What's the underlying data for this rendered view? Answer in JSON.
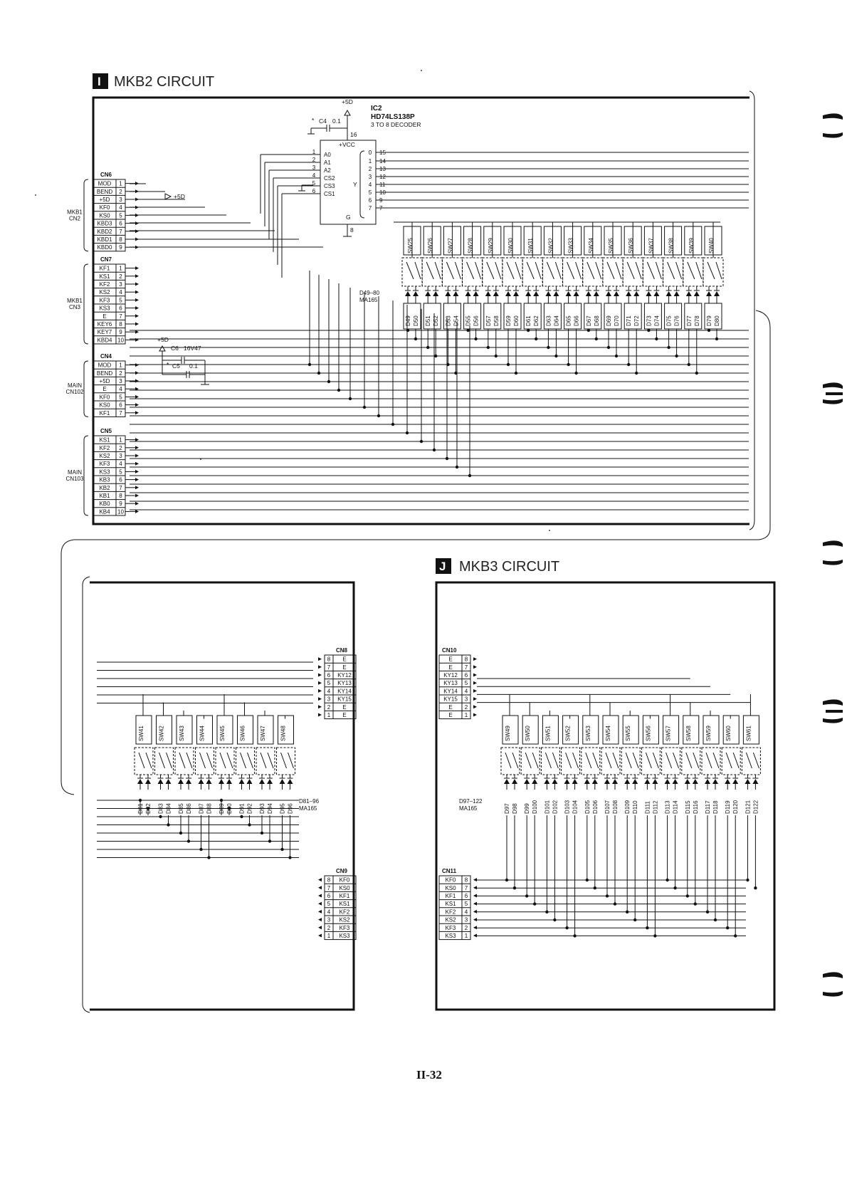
{
  "sections": {
    "mkb2": {
      "badge": "I",
      "title": "MKB2 CIRCUIT"
    },
    "mkb3": {
      "badge": "J",
      "title": "MKB3 CIRCUIT"
    }
  },
  "ic2": {
    "ref": "IC2",
    "part": "HD74LS138P",
    "desc": "3 TO 8 DECODER",
    "supply": "+5D",
    "vcc_label": "+VCC",
    "gnd_label": "G",
    "y_label": "Y",
    "vcc_pin": "16",
    "gnd_pin": "8",
    "inputs": [
      {
        "pin": "1",
        "name": "A0"
      },
      {
        "pin": "2",
        "name": "A1"
      },
      {
        "pin": "3",
        "name": "A2"
      },
      {
        "pin": "4",
        "name": "CS2"
      },
      {
        "pin": "5",
        "name": "CS3"
      },
      {
        "pin": "6",
        "name": "CS1"
      }
    ],
    "outputs": [
      {
        "pin": "15",
        "idx": "0"
      },
      {
        "pin": "14",
        "idx": "1"
      },
      {
        "pin": "13",
        "idx": "2"
      },
      {
        "pin": "12",
        "idx": "3"
      },
      {
        "pin": "11",
        "idx": "4"
      },
      {
        "pin": "10",
        "idx": "5"
      },
      {
        "pin": "9",
        "idx": "6"
      },
      {
        "pin": "7",
        "idx": "7"
      }
    ]
  },
  "caps": {
    "c4": {
      "mark": "*",
      "ref": "C4",
      "value": "0.1"
    },
    "c6": {
      "ref": "C6",
      "value": "16V47",
      "supply": "+5D"
    },
    "c5": {
      "mark": "*",
      "ref": "C5",
      "value": "0.1"
    }
  },
  "plus5d_arrow": "+5D",
  "connectors_mkb2": [
    {
      "ref": "CN6",
      "side": "MKB1",
      "side2": "CN2",
      "pins": [
        [
          "MOD",
          "1"
        ],
        [
          "BEND",
          "2"
        ],
        [
          "+5D",
          "3"
        ],
        [
          "KF0",
          "4"
        ],
        [
          "KS0",
          "5"
        ],
        [
          "KBD3",
          "6"
        ],
        [
          "KBD2",
          "7"
        ],
        [
          "KBD1",
          "8"
        ],
        [
          "KBD0",
          "9"
        ]
      ]
    },
    {
      "ref": "CN7",
      "side": "MKB1",
      "side2": "CN3",
      "pins": [
        [
          "KF1",
          "1"
        ],
        [
          "KS1",
          "2"
        ],
        [
          "KF2",
          "3"
        ],
        [
          "KS2",
          "4"
        ],
        [
          "KF3",
          "5"
        ],
        [
          "KS3",
          "6"
        ],
        [
          "E",
          "7"
        ],
        [
          "KEY6",
          "8"
        ],
        [
          "KEY7",
          "9"
        ],
        [
          "KBD4",
          "10"
        ]
      ]
    },
    {
      "ref": "CN4",
      "side": "MAIN",
      "side2": "CN102",
      "pins": [
        [
          "MOD",
          "1"
        ],
        [
          "BEND",
          "2"
        ],
        [
          "+5D",
          "3"
        ],
        [
          "E",
          "4"
        ],
        [
          "KF0",
          "5"
        ],
        [
          "KS0",
          "6"
        ],
        [
          "KF1",
          "7"
        ]
      ]
    },
    {
      "ref": "CN5",
      "side": "MAIN",
      "side2": "CN103",
      "pins": [
        [
          "KS1",
          "1"
        ],
        [
          "KF2",
          "2"
        ],
        [
          "KS2",
          "3"
        ],
        [
          "KF3",
          "4"
        ],
        [
          "KS3",
          "5"
        ],
        [
          "KB3",
          "6"
        ],
        [
          "KB2",
          "7"
        ],
        [
          "KB1",
          "8"
        ],
        [
          "KB0",
          "9"
        ],
        [
          "KB4",
          "10"
        ]
      ]
    }
  ],
  "mkb2_switches": [
    "SW25",
    "SW26",
    "SW27",
    "SW28",
    "SW29",
    "SW30",
    "SW31",
    "SW32",
    "SW33",
    "SW34",
    "SW35",
    "SW36",
    "SW37",
    "SW38",
    "SW39",
    "SW40"
  ],
  "mkb2_diodes": [
    "D49",
    "D50",
    "D51",
    "D52",
    "D53",
    "D54",
    "D55",
    "D56",
    "D57",
    "D58",
    "D59",
    "D60",
    "D61",
    "D62",
    "D63",
    "D64",
    "D65",
    "D66",
    "D67",
    "D68",
    "D69",
    "D70",
    "D71",
    "D72",
    "D73",
    "D74",
    "D75",
    "D76",
    "D77",
    "D78",
    "D79",
    "D80"
  ],
  "mkb2_diode_note": [
    "D49–80",
    "MA165"
  ],
  "left_block": {
    "switches": [
      "SW41",
      "SW42",
      "SW43",
      "SW44",
      "SW45",
      "SW46",
      "SW47",
      "SW48"
    ],
    "diodes": [
      "D81",
      "D82",
      "D83",
      "D84",
      "D85",
      "D86",
      "D87",
      "D88",
      "D89",
      "D90",
      "D91",
      "D92",
      "D93",
      "D94",
      "D95",
      "D96"
    ],
    "diode_note": [
      "D81–96",
      "MA165"
    ],
    "cn8": {
      "ref": "CN8",
      "pins": [
        [
          "8",
          "E"
        ],
        [
          "7",
          "E"
        ],
        [
          "6",
          "KY12"
        ],
        [
          "5",
          "KY13"
        ],
        [
          "4",
          "KY14"
        ],
        [
          "3",
          "KY15"
        ],
        [
          "2",
          "E"
        ],
        [
          "1",
          "E"
        ]
      ]
    },
    "cn9": {
      "ref": "CN9",
      "pins": [
        [
          "8",
          "KF0"
        ],
        [
          "7",
          "KS0"
        ],
        [
          "6",
          "KF1"
        ],
        [
          "5",
          "KS1"
        ],
        [
          "4",
          "KF2"
        ],
        [
          "3",
          "KS2"
        ],
        [
          "2",
          "KF3"
        ],
        [
          "1",
          "KS3"
        ]
      ]
    }
  },
  "mkb3": {
    "switches": [
      "SW49",
      "SW50",
      "SW51",
      "SW52",
      "SW53",
      "SW54",
      "SW55",
      "SW56",
      "SW57",
      "SW58",
      "SW59",
      "SW60",
      "SW61"
    ],
    "diodes": [
      "D97",
      "D98",
      "D99",
      "D100",
      "D101",
      "D102",
      "D103",
      "D104",
      "D105",
      "D106",
      "D107",
      "D108",
      "D109",
      "D110",
      "D111",
      "D112",
      "D113",
      "D114",
      "D115",
      "D116",
      "D117",
      "D118",
      "D119",
      "D120",
      "D121",
      "D122"
    ],
    "diode_note": [
      "D97–122",
      "MA165"
    ],
    "cn10": {
      "ref": "CN10",
      "pins": [
        [
          "E",
          "8"
        ],
        [
          "E",
          "7"
        ],
        [
          "KY12",
          "6"
        ],
        [
          "KY13",
          "5"
        ],
        [
          "KY14",
          "4"
        ],
        [
          "KY15",
          "3"
        ],
        [
          "E",
          "2"
        ],
        [
          "E",
          "1"
        ]
      ]
    },
    "cn11": {
      "ref": "CN11",
      "pins": [
        [
          "KF0",
          "8"
        ],
        [
          "KS0",
          "7"
        ],
        [
          "KF1",
          "6"
        ],
        [
          "KS1",
          "5"
        ],
        [
          "KF2",
          "4"
        ],
        [
          "KS2",
          "3"
        ],
        [
          "KF3",
          "2"
        ],
        [
          "KS3",
          "1"
        ]
      ]
    }
  },
  "page_number": "II-32"
}
